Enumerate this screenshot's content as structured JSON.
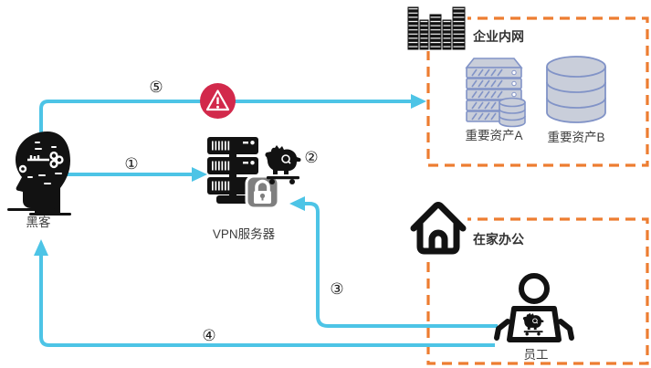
{
  "diagram_type": "vpn-attack-flow",
  "colors": {
    "arrow_cyan": "#4DC4E6",
    "zone_border_orange": "#ED7D31",
    "alert_red": "#D2294B",
    "icon_black": "#121212",
    "lock_gray": "#7F7F7F",
    "asset_fill": "#C9CEDA",
    "asset_stroke": "#8193C7",
    "background": "#FFFFFF"
  },
  "nodes": {
    "hacker": {
      "label": "黑客",
      "icon": "hacker-head-with-key-icon"
    },
    "vpn_server": {
      "label": "VPN服务器",
      "icon": "server-rack-icon",
      "overlays": [
        "trojan-horse-icon",
        "lock-icon"
      ]
    },
    "alert": {
      "icon": "warning-triangle-icon"
    },
    "enterprise_zone": {
      "label": "企业内网",
      "icon": "buildings-icon",
      "assets": [
        {
          "label": "重要资产A",
          "icon": "server-stack-icon"
        },
        {
          "label": "重要资产B",
          "icon": "database-icon"
        }
      ]
    },
    "home_zone": {
      "label": "在家办公",
      "icon": "house-icon",
      "employee": {
        "label": "员工",
        "icon": "person-at-laptop-trojan-icon"
      }
    }
  },
  "steps": [
    {
      "symbol": "①",
      "from": "hacker",
      "to": "vpn_server"
    },
    {
      "symbol": "②",
      "at": "vpn_server_trojan"
    },
    {
      "symbol": "③",
      "from": "employee",
      "to": "vpn_server"
    },
    {
      "symbol": "④",
      "from": "employee",
      "to": "hacker"
    },
    {
      "symbol": "⑤",
      "from": "hacker",
      "to": "enterprise_zone"
    }
  ]
}
